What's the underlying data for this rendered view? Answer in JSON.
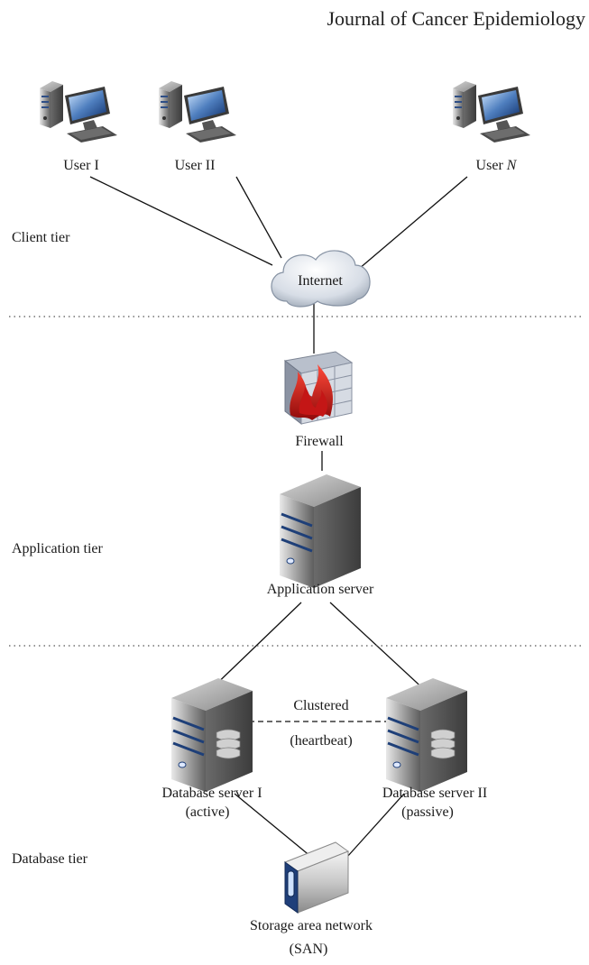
{
  "header": {
    "journal": "Journal of Cancer Epidemiology"
  },
  "users": [
    {
      "label": "User I"
    },
    {
      "label": "User II"
    },
    {
      "label_prefix": "User ",
      "label_italic": "N"
    }
  ],
  "tiers": {
    "client": "Client tier",
    "application": "Application tier",
    "database": "Database tier"
  },
  "nodes": {
    "internet": "Internet",
    "firewall": "Firewall",
    "app_server": "Application server",
    "db1": {
      "name": "Database server I",
      "state": "(active)"
    },
    "db2": {
      "name": "Database server II",
      "state": "(passive)"
    },
    "cluster": {
      "label": "Clustered",
      "sub": "(heartbeat)"
    },
    "san": {
      "name": "Storage area network",
      "abbr": "(SAN)"
    }
  }
}
